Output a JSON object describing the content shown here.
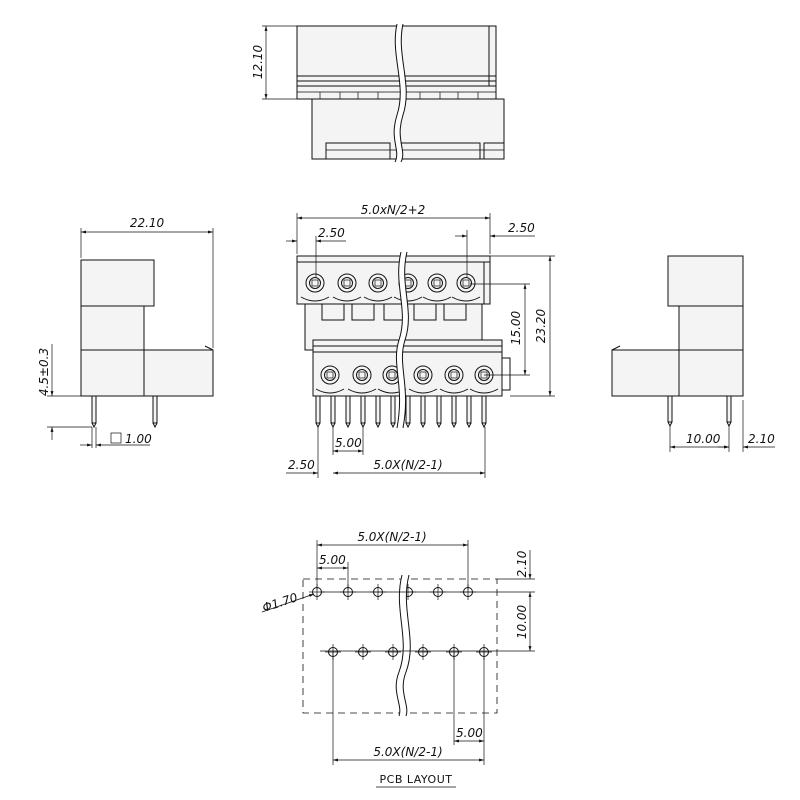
{
  "top_view": {
    "height_dim": "12.10"
  },
  "front_view": {
    "overall_width": "5.0xN/2+2",
    "left_offset": "2.50",
    "right_offset": "2.50",
    "inner_height": "15.00",
    "outer_height": "23.20",
    "pin_pitch": "5.00",
    "bottom_left": "2.50",
    "bottom_span": "5.0X(N/2-1)"
  },
  "left_view": {
    "width": "22.10",
    "pin_height": "4.5±0.3",
    "pin_size": "1.00"
  },
  "right_view": {
    "pin_spacing": "10.00",
    "pin_offset": "2.10"
  },
  "pcb_layout": {
    "top_span": "5.0X(N/2-1)",
    "pitch_top": "5.00",
    "hole_dia": "Φ1.70",
    "edge_offset": "2.10",
    "row_spacing": "10.00",
    "pitch_bottom": "5.00",
    "bottom_span": "5.0X(N/2-1)",
    "caption": "PCB LAYOUT"
  }
}
